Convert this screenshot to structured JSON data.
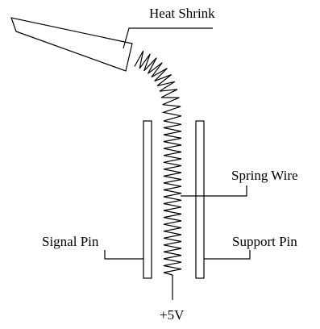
{
  "labels": {
    "heat_shrink": "Heat Shrink",
    "spring_wire": "Spring Wire",
    "signal_pin": "Signal Pin",
    "support_pin": "Support Pin",
    "supply": "+5V"
  },
  "colors": {
    "line": "#000000",
    "background": "#ffffff"
  }
}
